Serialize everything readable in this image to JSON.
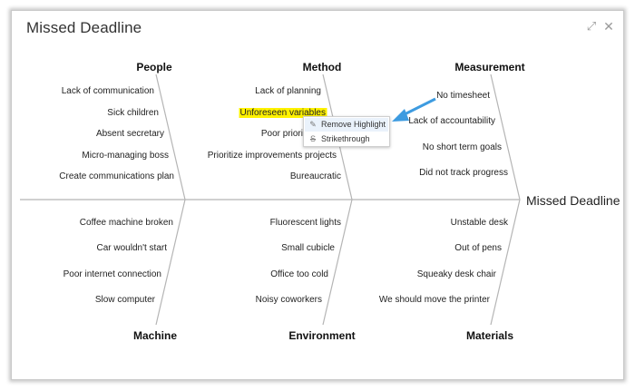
{
  "window": {
    "title": "Missed Deadline",
    "expand_icon": "expand-arrows-icon",
    "close_icon": "close-icon"
  },
  "diagram": {
    "head_label": "Missed Deadline",
    "line_color": "#b5b5b5",
    "highlight_color": "#fff200",
    "top_categories": [
      {
        "name": "People",
        "causes": [
          "Lack of communication",
          "Sick children",
          "Absent secretary",
          "Micro-managing boss",
          "Create communications plan"
        ]
      },
      {
        "name": "Method",
        "causes": [
          "Lack of planning",
          "Unforeseen variables",
          "Poor priori",
          "Prioritize improvements projects",
          "Bureaucratic"
        ]
      },
      {
        "name": "Measurement",
        "causes": [
          "No timesheet",
          "Lack of accountability",
          "No short term goals",
          "Did not track progress"
        ]
      }
    ],
    "bottom_categories": [
      {
        "name": "Machine",
        "causes": [
          "Coffee machine broken",
          "Car wouldn't start",
          "Poor internet connection",
          "Slow computer"
        ]
      },
      {
        "name": "Environment",
        "causes": [
          "Fluorescent lights",
          "Small cubicle",
          "Office too cold",
          "Noisy coworkers"
        ]
      },
      {
        "name": "Materials",
        "causes": [
          "Unstable desk",
          "Out of pens",
          "Squeaky desk chair",
          "We should move the printer"
        ]
      }
    ],
    "highlighted_cause": "Unforeseen variables"
  },
  "context_menu": {
    "items": [
      {
        "label": "Remove Highlight",
        "icon": "marker-icon"
      },
      {
        "label": "Strikethrough",
        "icon": "strikethrough-icon"
      }
    ]
  },
  "annotation": {
    "arrow_color": "#3d9be0",
    "arrow_icon": "pointer-arrow-icon"
  }
}
